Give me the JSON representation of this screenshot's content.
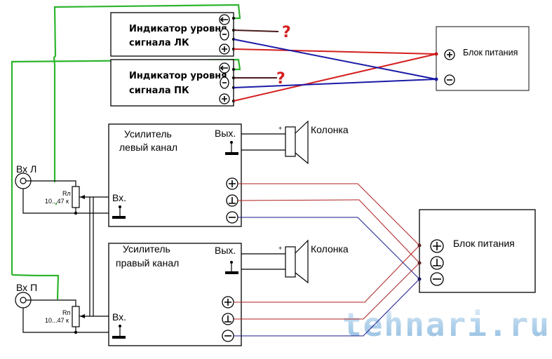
{
  "indicators": [
    {
      "line1": "Индикатор уровня",
      "line2": "сигнала  ЛК",
      "unknown_mark": "?"
    },
    {
      "line1": "Индикатор уровня",
      "line2": "сигнала  ПК",
      "unknown_mark": "?"
    }
  ],
  "psu_top": {
    "label": "Блок питания",
    "terminals": [
      "+",
      "−"
    ]
  },
  "psu_bottom": {
    "label": "Блок питания",
    "terminals": [
      "+",
      "⊥",
      "−"
    ]
  },
  "amp_left": {
    "line1": "Усилитель",
    "line2": "левый канал",
    "out_label": "Вых.",
    "in_label": "Вх."
  },
  "amp_right": {
    "line1": "Усилитель",
    "line2": "правый канал",
    "out_label": "Вых.",
    "in_label": "Вх."
  },
  "speaker_left": {
    "label": "Колонка",
    "polarity": "+"
  },
  "speaker_right": {
    "label": "Колонка",
    "polarity": "+"
  },
  "input_left": {
    "label": "Вх Л",
    "pot_name": "Rл",
    "pot_value": "10...47 к"
  },
  "input_right": {
    "label": "Вх П",
    "pot_name": "Rп",
    "pot_value": "10...47 к"
  },
  "watermark": "tehnari.ru",
  "colors": {
    "positive": "#d42020",
    "negative": "#1a1aa8",
    "signal": "#2db52d",
    "unknown": "#4a1a1a",
    "thin_red": "#b02020",
    "thin_blue": "#1a1a90"
  }
}
